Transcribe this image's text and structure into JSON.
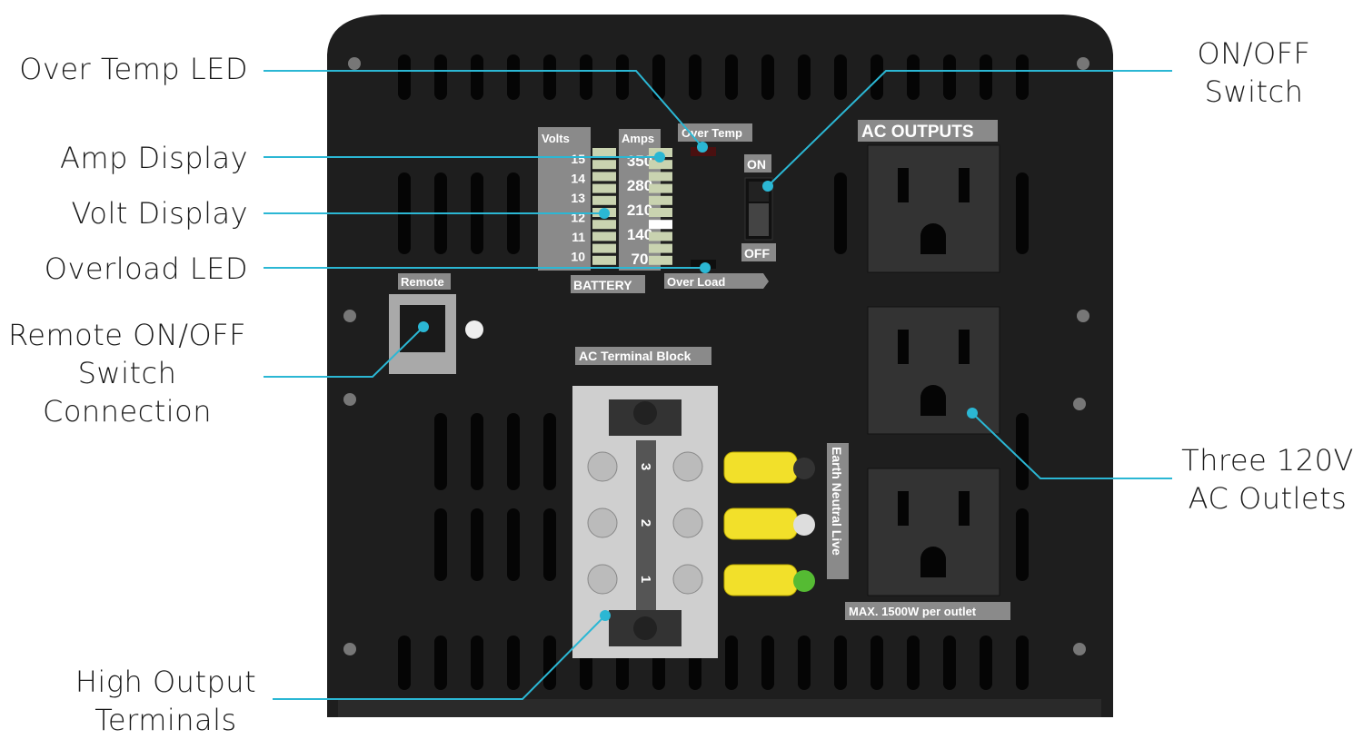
{
  "callouts": {
    "over_temp_led": "Over Temp LED",
    "amp_display": "Amp Display",
    "volt_display": "Volt Display",
    "overload_led": "Overload LED",
    "remote_line1": "Remote ON/OFF",
    "remote_line2": "Switch",
    "remote_line3": "Connection",
    "high_output_line1": "High Output",
    "high_output_line2": "Terminals",
    "on_off_line1": "ON/OFF",
    "on_off_line2": "Switch",
    "ac_outlets_line1": "Three 120V",
    "ac_outlets_line2": "AC Outlets"
  },
  "panel": {
    "volts_label": "Volts",
    "amps_label": "Amps",
    "volt_scale": [
      "15",
      "14",
      "13",
      "12",
      "11",
      "10"
    ],
    "amp_scale": [
      "350",
      "280",
      "210",
      "140",
      "70"
    ],
    "battery_label": "BATTERY",
    "over_temp_label": "Over Temp",
    "over_load_label": "Over Load",
    "on_label": "ON",
    "off_label": "OFF",
    "ac_outputs_label": "AC OUTPUTS",
    "remote_label": "Remote",
    "terminal_block_label": "AC Terminal Block",
    "terminal_numbers": [
      "3",
      "2",
      "1"
    ],
    "wire_labels": "Earth  Neutral  Live",
    "max_label": "MAX. 1500W per outlet"
  },
  "colors": {
    "callout_line": "#2bb7d4",
    "body": "#1e1e1e",
    "led": "#c9d3b0",
    "wire": "#f2e02a"
  }
}
